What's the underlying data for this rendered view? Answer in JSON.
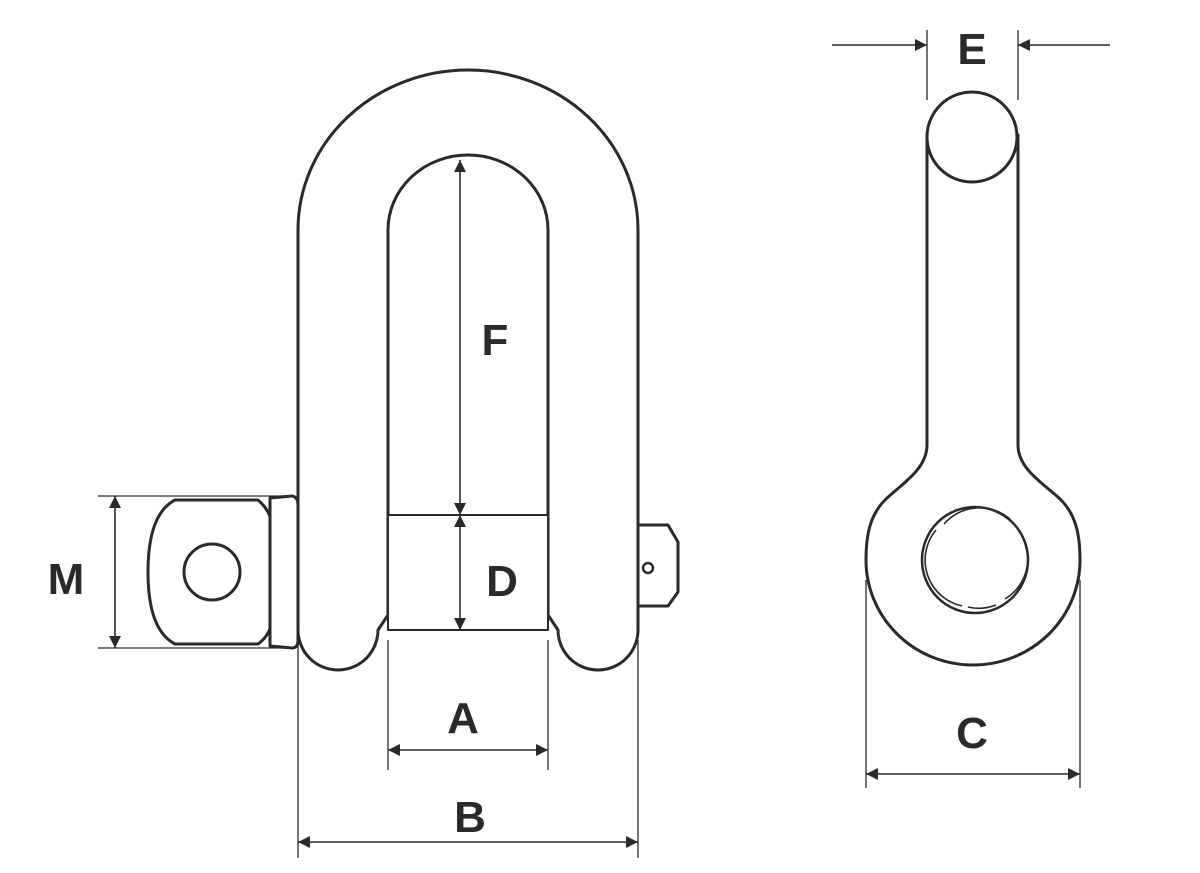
{
  "labels": {
    "a": "A",
    "b": "B",
    "c": "C",
    "d": "D",
    "e": "E",
    "f": "F",
    "m": "M"
  },
  "colors": {
    "line": "#2a2a2a",
    "background": "#ffffff"
  }
}
